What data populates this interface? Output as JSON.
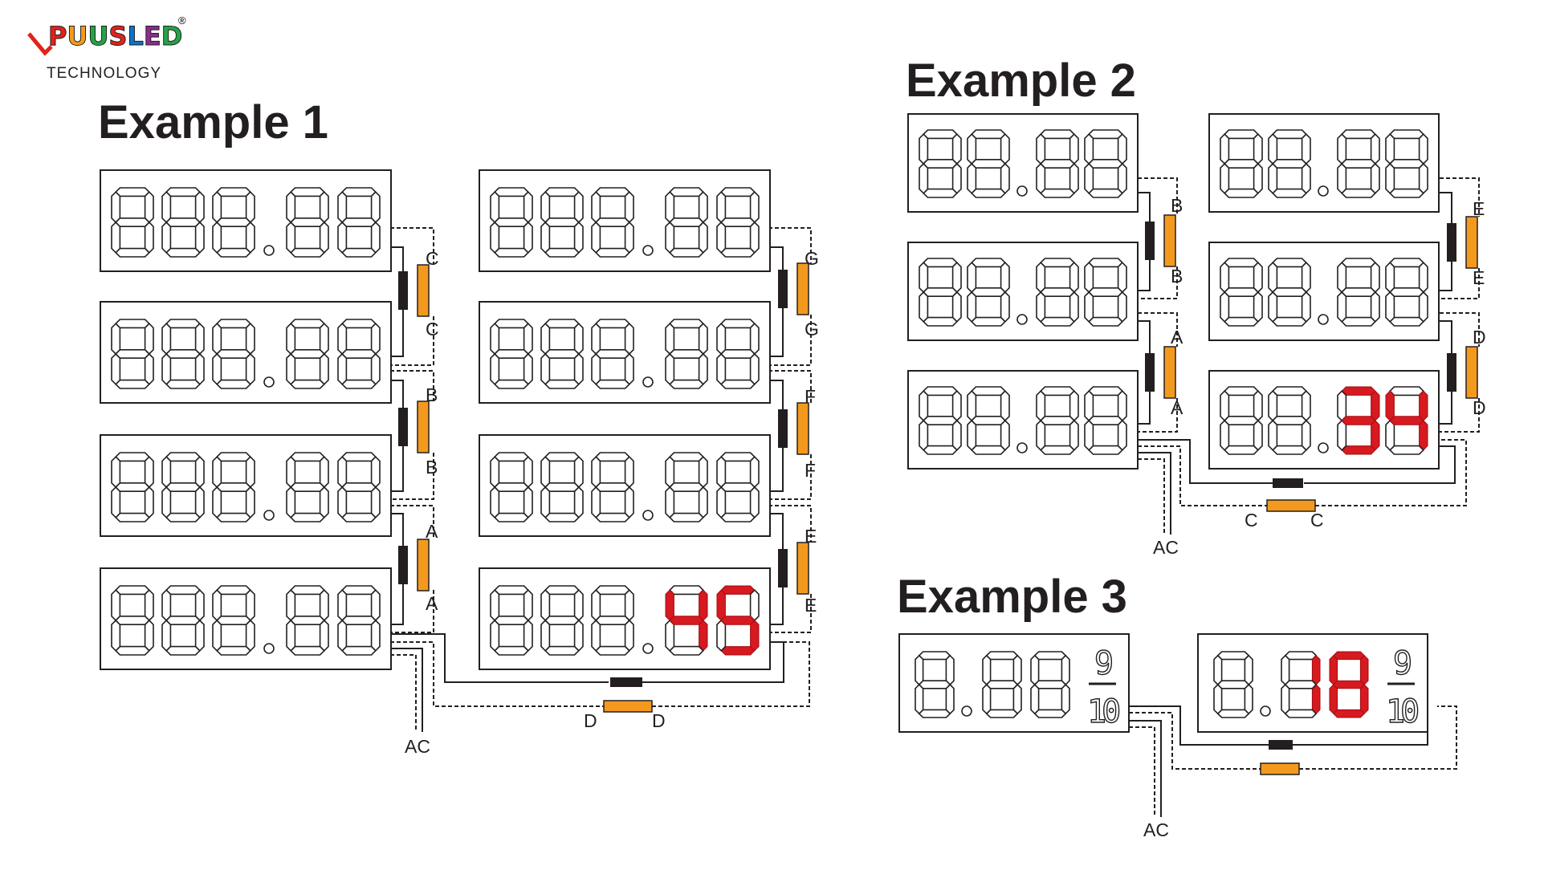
{
  "logo": {
    "letters": [
      "P",
      "U",
      "U",
      "S",
      "L",
      "E",
      "D"
    ],
    "colors": [
      "#e2231a",
      "#f39a1e",
      "#22a547",
      "#e2231a",
      "#0b74c8",
      "#8b2c8f",
      "#22a547"
    ],
    "registered": "®",
    "subtitle": "TECHNOLOGY"
  },
  "example1": {
    "title": "Example 1",
    "left_labels": [
      "C",
      "C",
      "B",
      "B",
      "A",
      "A"
    ],
    "right_labels": [
      "G",
      "G",
      "F",
      "F",
      "E",
      "E"
    ],
    "bottom_labels": [
      "D",
      "D"
    ],
    "ac_label": "AC",
    "lit_digits": [
      "4",
      "5"
    ]
  },
  "example2": {
    "title": "Example 2",
    "left_labels": [
      "B",
      "B",
      "A",
      "A"
    ],
    "right_labels": [
      "E",
      "E",
      "D",
      "D"
    ],
    "bottom_labels": [
      "C",
      "C"
    ],
    "ac_label": "AC",
    "lit_digits": [
      "3",
      "4"
    ]
  },
  "example3": {
    "title": "Example 3",
    "ac_label": "AC",
    "small_top": "9",
    "small_bottom": "10",
    "lit_digits": [
      "1",
      "8"
    ]
  },
  "colors": {
    "lit": "#d71920",
    "connector": "#f39a1e",
    "line": "#231f20"
  }
}
